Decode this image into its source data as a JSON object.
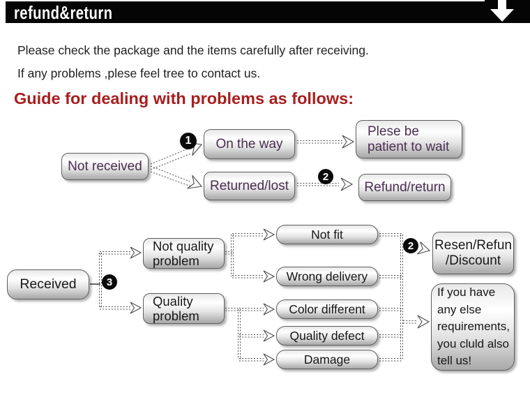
{
  "header": {
    "title": "refund&return"
  },
  "intro": {
    "line1": "Please check the package and the items carefully after receiving.",
    "line2": "If any problems ,plese feel tree to contact us."
  },
  "guide_heading": "Guide for dealing with problems as follows:",
  "markers": {
    "one": "1",
    "two": "2",
    "three": "3"
  },
  "flowchart1": {
    "nodes": {
      "not_received": "Not received",
      "on_the_way": "On the way",
      "plese_wait": "Plese be\npatient to wait",
      "returned_lost": "Returned/lost",
      "refund_return": "Refund/return"
    }
  },
  "flowchart2": {
    "nodes": {
      "received": "Received",
      "not_quality": "Not quality\nproblem",
      "quality": "Quality\n problem",
      "not_fit": "Not fit",
      "wrong_delivery": "Wrong delivery",
      "color_different": "Color different",
      "quality_defect": "Quality defect",
      "damage": "Damage",
      "resen": "Resen/Refun\n/Discount",
      "if_you_have": "If you have\nany else\nrequirements,\nyou cluld also\ntell us!"
    }
  },
  "colors": {
    "header_bg": "#050505",
    "header_text": "#ffffff",
    "heading_red": "#a81e1e",
    "chart1_text": "#4a2e52",
    "chart2_text": "#161616",
    "node_border": "#5e5e5e",
    "marker_bg": "#0a0a0a"
  }
}
